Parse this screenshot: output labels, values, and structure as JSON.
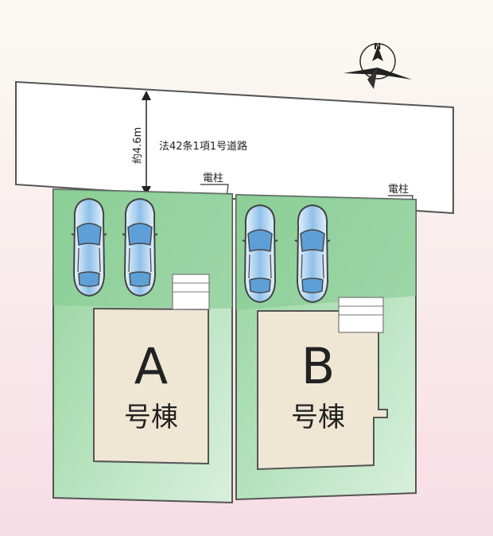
{
  "road": {
    "label": "法42条1項1号道路",
    "width_label": "約4.6m"
  },
  "utility_poles": [
    {
      "label": "電柱"
    },
    {
      "label": "電柱"
    }
  ],
  "compass": {
    "north_label": "N"
  },
  "lots": [
    {
      "letter": "A",
      "suffix": "号棟",
      "parking_cars": 2
    },
    {
      "letter": "B",
      "suffix": "号棟",
      "parking_cars": 2
    }
  ],
  "colors": {
    "lot_green": "#8fd49a",
    "building_beige": "#efe6d4",
    "road_white": "#ffffff",
    "outline": "#555555",
    "car_blue": "#a8cfee"
  }
}
